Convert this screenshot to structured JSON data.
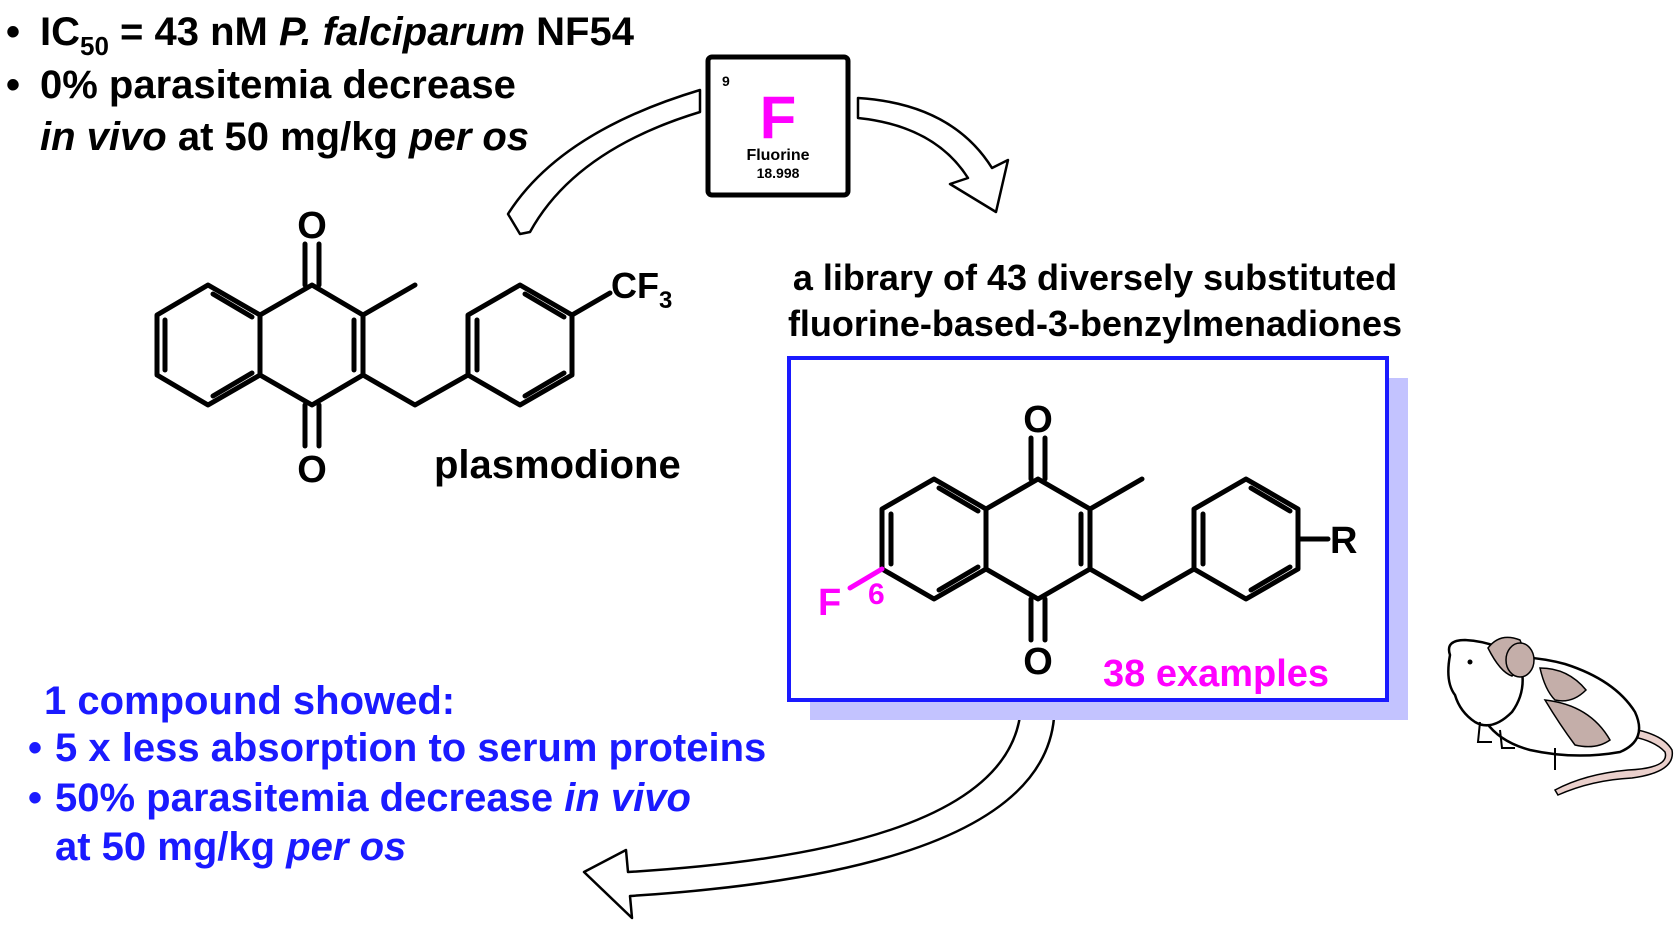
{
  "top_notes": {
    "line1_prefix": "IC",
    "line1_sub": "50",
    "line1_value": " = 43 nM ",
    "line1_species": "P. falciparum",
    "line1_strain": " NF54",
    "line2": "0% parasitemia decrease",
    "line3_a": "in vivo",
    "line3_b": " at 50 mg/kg ",
    "line3_c": "per os"
  },
  "element_card": {
    "atomic_number": "9",
    "symbol": "F",
    "name": "Fluorine",
    "mass": "18.998"
  },
  "plasmodione": {
    "o_top": "O",
    "o_bottom": "O",
    "cf": "CF",
    "cf_sub": "3",
    "name": "plasmodione"
  },
  "library": {
    "line1": "a library of 43 diversely substituted",
    "line2": "fluorine-based-3-benzylmenadiones",
    "o_top": "O",
    "o_bottom": "O",
    "r_group": "R",
    "f_atom": "F",
    "position": "6",
    "examples": "38 examples"
  },
  "results": {
    "heading": "1 compound showed:",
    "bullet1": "5 x less absorption to serum proteins",
    "bullet2_a": "50% parasitemia decrease ",
    "bullet2_b": "in vivo",
    "bullet2_line2_a": "at 50 mg/kg ",
    "bullet2_line2_b": "per os"
  },
  "colors": {
    "black": "#000000",
    "blue": "#1a1aff",
    "magenta": "#ff00ff",
    "shadow": "#c3c3ff"
  }
}
